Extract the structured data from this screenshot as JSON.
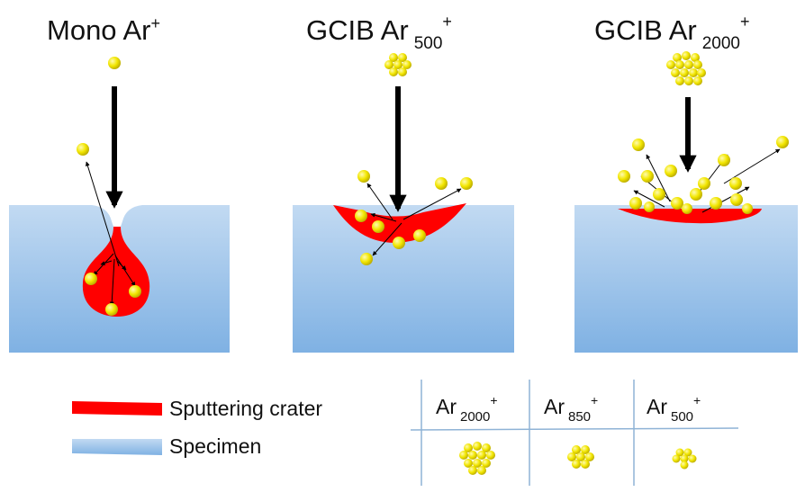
{
  "panels": [
    {
      "title_main": "Mono Ar",
      "title_sub": "",
      "title_sup": "+"
    },
    {
      "title_main": "GCIB Ar",
      "title_sub": "500",
      "title_sup": "+"
    },
    {
      "title_main": "GCIB Ar",
      "title_sub": "2000",
      "title_sup": "+"
    }
  ],
  "legend": {
    "crater_label": "Sputtering crater",
    "specimen_label": "Specimen"
  },
  "cluster_table": {
    "columns": [
      {
        "main": "Ar",
        "sub": "2000",
        "sup": "+"
      },
      {
        "main": "Ar",
        "sub": "850",
        "sup": "+"
      },
      {
        "main": "Ar",
        "sub": "500",
        "sup": "+"
      }
    ]
  },
  "colors": {
    "crater": "#ff0000",
    "specimen_top": "#c2daf2",
    "specimen_bottom": "#7fb1e3",
    "particle": "#f2e600",
    "particle_edge": "#a89a00",
    "arrow": "#000000",
    "grid_line": "#8fb3d6"
  }
}
